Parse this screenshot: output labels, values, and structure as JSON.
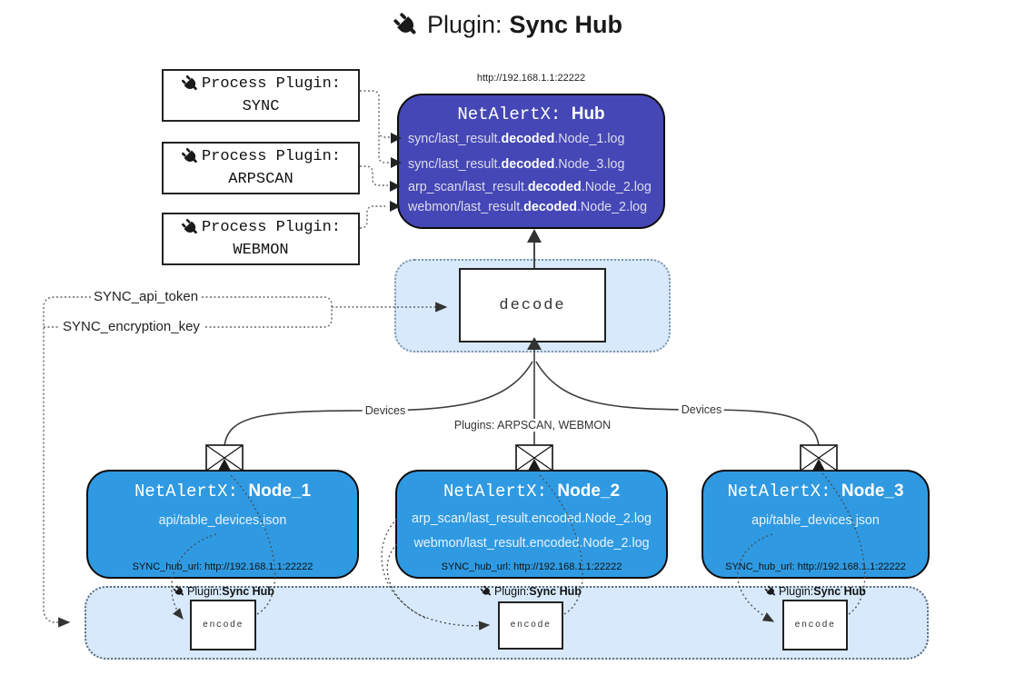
{
  "title": {
    "prefix": "Plugin:",
    "name": "Sync Hub"
  },
  "process_plugins": [
    {
      "label": "Process Plugin:",
      "name": "SYNC"
    },
    {
      "label": "Process Plugin:",
      "name": "ARPSCAN"
    },
    {
      "label": "Process Plugin:",
      "name": "WEBMON"
    }
  ],
  "hub": {
    "url": "http://192.168.1.1:22222",
    "title_prefix": "NetAlertX: ",
    "title_name": "Hub",
    "lines": [
      {
        "pre": "sync/last_result.",
        "bold": "decoded",
        "post": ".Node_1.log"
      },
      {
        "pre": "sync/last_result.",
        "bold": "decoded",
        "post": ".Node_3.log"
      },
      {
        "pre": "arp_scan/last_result.",
        "bold": "decoded",
        "post": ".Node_2.log"
      },
      {
        "pre": "webmon/last_result.",
        "bold": "decoded",
        "post": ".Node_2.log"
      }
    ]
  },
  "decode_box": {
    "label": "decode"
  },
  "keys": {
    "api_token": "SYNC_api_token",
    "encryption_key": "SYNC_encryption_key"
  },
  "edge_labels": {
    "devices_left": "Devices",
    "plugins_center": "Plugins: ARPSCAN, WEBMON",
    "devices_right": "Devices"
  },
  "nodes": [
    {
      "title_prefix": "NetAlertX: ",
      "title_name": "Node_1",
      "lines": [
        "api/table_devices.json"
      ],
      "hub_url": "SYNC_hub_url: http://192.168.1.1:22222"
    },
    {
      "title_prefix": "NetAlertX: ",
      "title_name": "Node_2",
      "lines": [
        "arp_scan/last_result.encoded.Node_2.log",
        "webmon/last_result.encoded.Node_2.log"
      ],
      "hub_url": "SYNC_hub_url: http://192.168.1.1:22222"
    },
    {
      "title_prefix": "NetAlertX: ",
      "title_name": "Node_3",
      "lines": [
        "api/table_devices.json"
      ],
      "hub_url": "SYNC_hub_url: http://192.168.1.1:22222"
    }
  ],
  "sync_band": {
    "plugin_label_prefix": "Plugin: ",
    "plugin_label_name": "Sync Hub",
    "encode_label": "encode"
  },
  "icons": {
    "plug": "plug-icon",
    "envelope": "envelope-icon"
  },
  "colors": {
    "hub_fill": "#4547b6",
    "node_fill": "#2f9ae2",
    "panel_fill": "#d7e9fa",
    "text_on_dark": "#e9f3fd"
  }
}
